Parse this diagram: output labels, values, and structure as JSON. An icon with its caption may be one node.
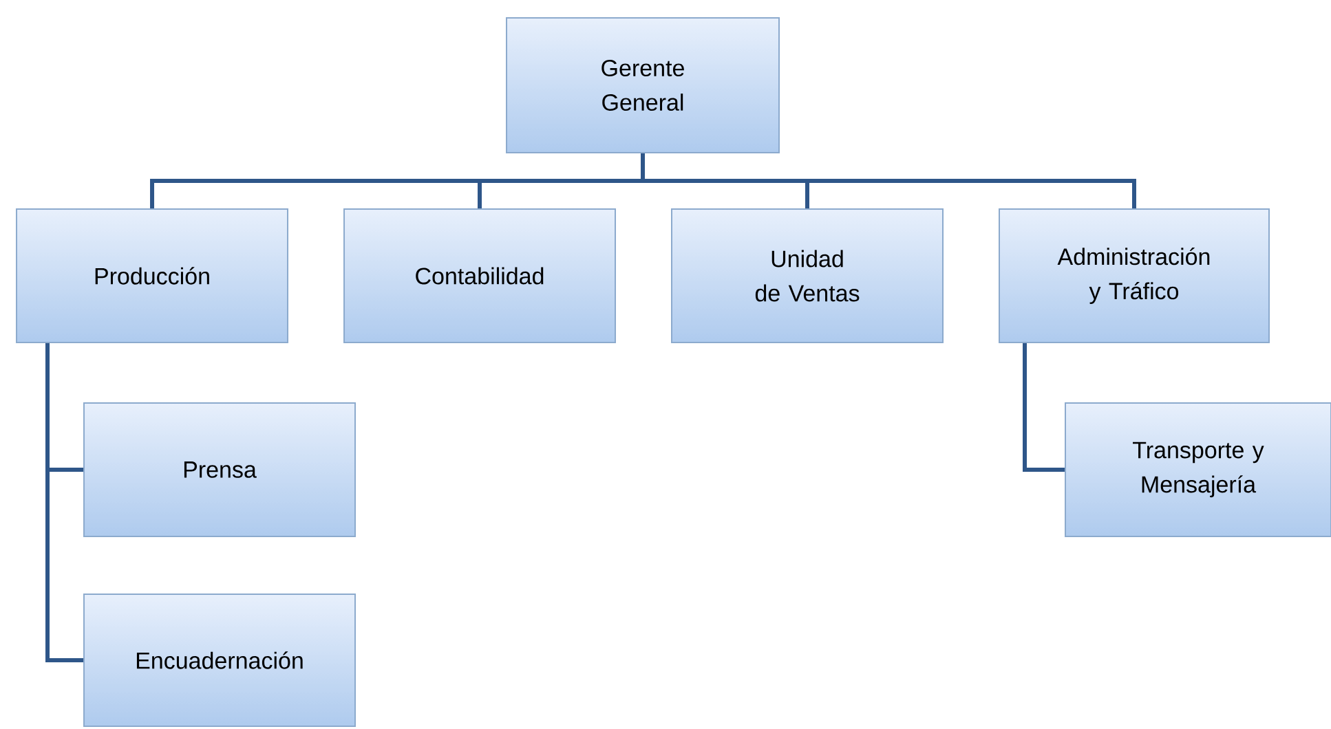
{
  "diagram": {
    "nodes": [
      {
        "text": [
          "Gerente General"
        ]
      },
      {
        "text": [
          "Producción"
        ]
      },
      {
        "text": [
          "Contabilidad"
        ]
      },
      {
        "text": [
          "Unidad de Ventas"
        ]
      },
      {
        "text": [
          "Administración y Tráfico"
        ]
      },
      {
        "text": [
          "Prensa"
        ]
      },
      {
        "text": [
          "Encuadernación"
        ]
      },
      {
        "text": [
          "Transporte y Mensajería"
        ]
      }
    ],
    "edges": [
      {
        "from": 0,
        "to": 1,
        "arrow": "none"
      },
      {
        "from": 0,
        "to": 2,
        "arrow": "none"
      },
      {
        "from": 0,
        "to": 3,
        "arrow": "none"
      },
      {
        "from": 0,
        "to": 4,
        "arrow": "none"
      },
      {
        "from": 1,
        "to": 5,
        "arrow": "none"
      },
      {
        "from": 1,
        "to": 6,
        "arrow": "none"
      },
      {
        "from": 4,
        "to": 7,
        "arrow": "none"
      }
    ]
  }
}
